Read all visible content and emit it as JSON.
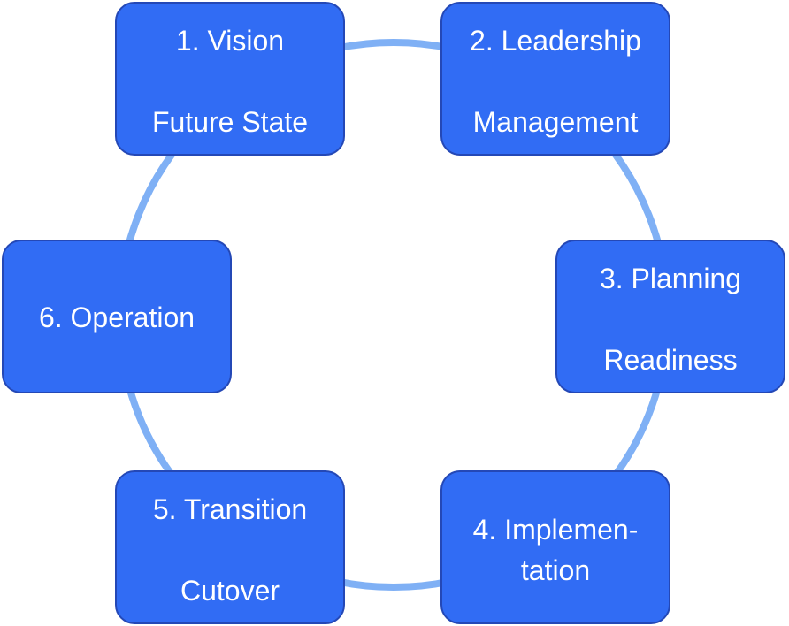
{
  "diagram": {
    "ring_color": "#7fb0f5",
    "box_color": "#316cf4",
    "box_border_color": "#2448b6",
    "text_color": "#ffffff",
    "stages": [
      {
        "lines": [
          "1. Vision",
          "Future State"
        ]
      },
      {
        "lines": [
          "2. Leadership",
          "Management"
        ]
      },
      {
        "lines": [
          "3. Planning",
          "Readiness"
        ]
      },
      {
        "lines": [
          "4. Implemen-",
          "tation"
        ]
      },
      {
        "lines": [
          "5. Transition",
          "Cutover"
        ]
      },
      {
        "lines": [
          "6. Operation"
        ]
      }
    ]
  }
}
